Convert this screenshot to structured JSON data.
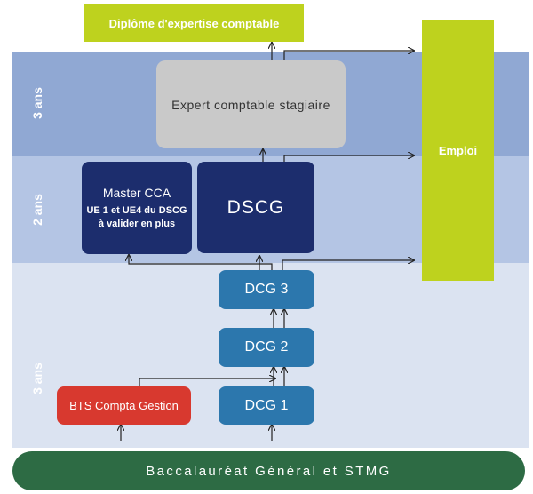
{
  "bands": {
    "top_label": "3 ans",
    "middle_label": "2 ans",
    "bottom_label": "3 ans"
  },
  "boxes": {
    "diplome": "Diplôme d'expertise comptable",
    "emploi": "Emploi",
    "expert": "Expert comptable stagiaire",
    "master_title": "Master CCA",
    "master_note_line1": "UE 1 et UE4 du DSCG",
    "master_note_line2": "à valider en plus",
    "dscg": "DSCG",
    "dcg3": "DCG 3",
    "dcg2": "DCG 2",
    "dcg1": "DCG 1",
    "bts": "BTS Compta Gestion",
    "bac": "Baccalauréat Général et STMG"
  },
  "colors": {
    "lime": "#bed21e",
    "navy": "#1c2d6d",
    "teal": "#2c77ad",
    "red": "#d8392f",
    "green": "#2d6b44",
    "grey": "#c9c9c9"
  }
}
